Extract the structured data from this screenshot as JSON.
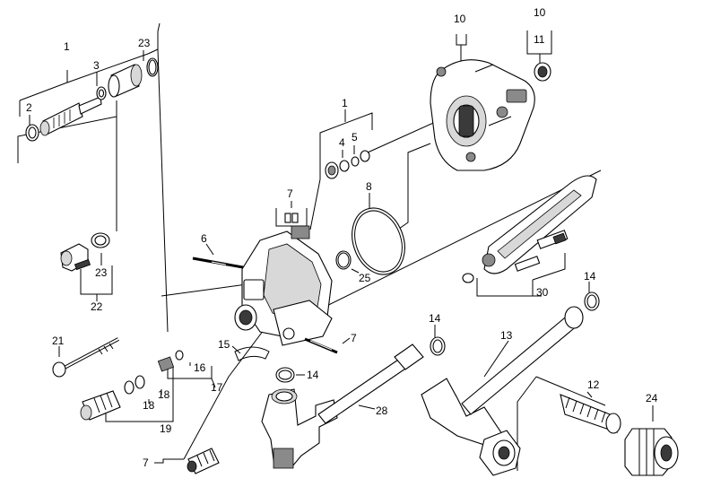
{
  "labels": {
    "p1a": "1",
    "p1b": "1",
    "p2": "2",
    "p3": "3",
    "p4": "4",
    "p5": "5",
    "p6": "6",
    "p7a": "7",
    "p7b": "7",
    "p7c": "7",
    "p8": "8",
    "p10a": "10",
    "p10b": "10",
    "p11": "11",
    "p12": "12",
    "p13": "13",
    "p14a": "14",
    "p14b": "14",
    "p14c": "14",
    "p15": "15",
    "p16": "16",
    "p17": "17",
    "p18a": "18",
    "p18b": "18",
    "p19": "19",
    "p21": "21",
    "p22": "22",
    "p23a": "23",
    "p23b": "23",
    "p24": "24",
    "p25": "25",
    "p28": "28",
    "p30": "30"
  }
}
